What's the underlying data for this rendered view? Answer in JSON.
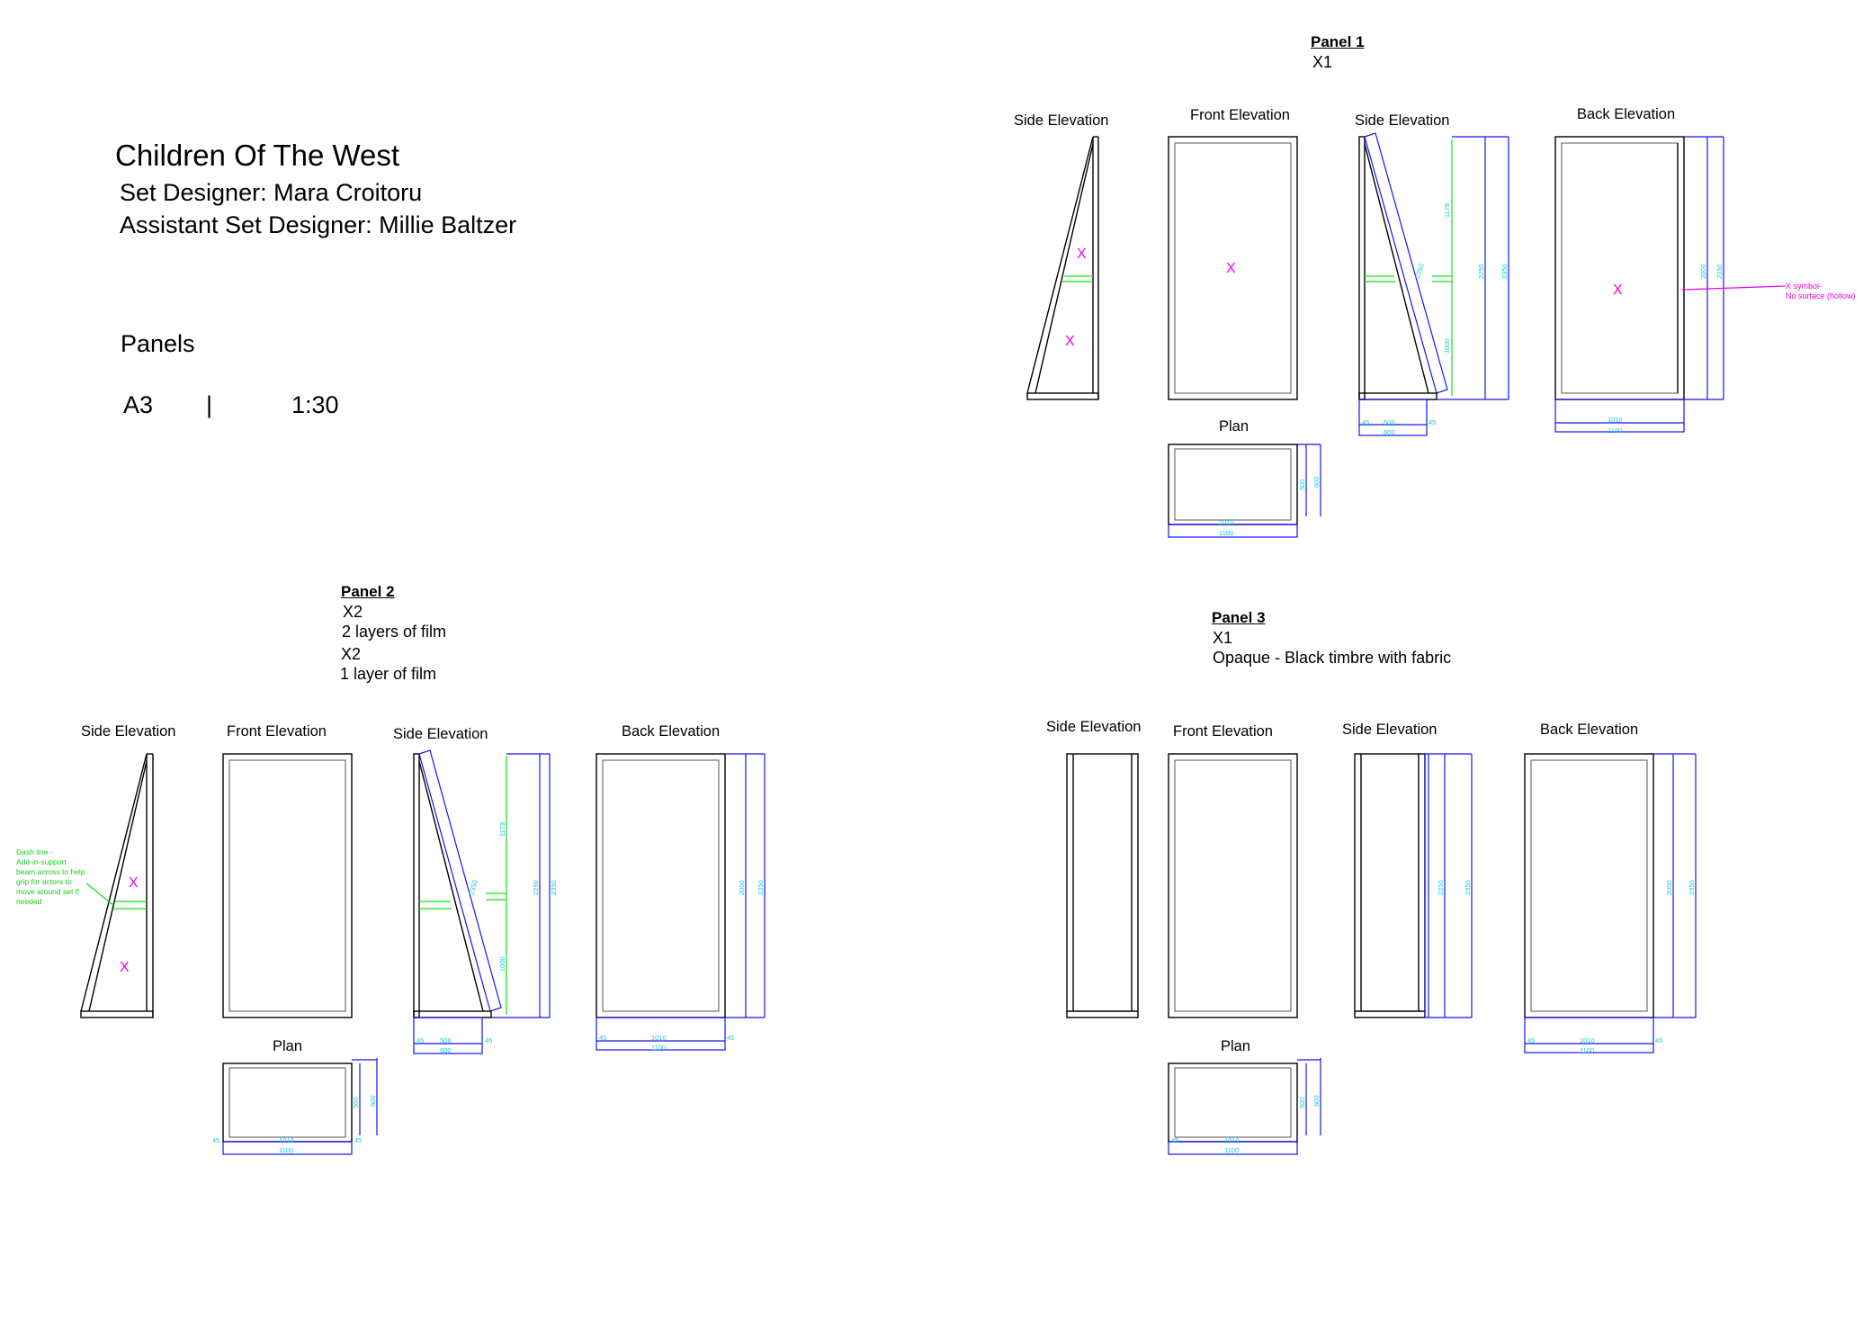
{
  "title_block": {
    "production": "Children Of The West",
    "set_designer": "Set Designer: Mara Croitoru",
    "assistant": "Assistant Set Designer: Millie Baltzer",
    "section": "Panels",
    "paper": "A3",
    "separator": "|",
    "scale": "1:30"
  },
  "panel1": {
    "heading": "Panel 1",
    "qty": "X1",
    "views": {
      "side_left": "Side  Elevation",
      "front": "Front  Elevation",
      "side_right": "Side  Elevation",
      "back": "Back Elevation",
      "plan": "Plan"
    },
    "annotation": [
      "X symbol-",
      "No surface (hollow)"
    ]
  },
  "panel2": {
    "heading": "Panel 2",
    "qty1": "X2",
    "film1": "2 layers of film",
    "qty2": "X2",
    "film2": "1 layer of film",
    "views": {
      "side_left": "Side  Elevation",
      "front": "Front  Elevation",
      "side_right": "Side  Elevation",
      "back": "Back Elevation",
      "plan": "Plan"
    },
    "dash_note": [
      "Dash line -",
      "Add-in-support",
      "beam across to help",
      "grip for actors to",
      "move around set if",
      "needed"
    ]
  },
  "panel3": {
    "heading": "Panel 3",
    "qty": "X1",
    "finish": "Opaque - Black timbre with fabric",
    "views": {
      "side_left": "Side  Elevation",
      "front": "Front  Elevation",
      "side_right": "Side  Elevation",
      "back": "Back Elevation",
      "plan": "Plan"
    }
  },
  "symbols": {
    "hollow_mark": "X"
  },
  "dims": {
    "d1010": "1010",
    "d1100": "1100",
    "d45": "45",
    "d506": "506",
    "d600": "600",
    "d2250": "2250",
    "d2350": "2350",
    "d1178": "1178",
    "d1000": "1000",
    "d500": "500",
    "d2000": "2000"
  },
  "colors": {
    "outline": "#000000",
    "dimension_line": "#1515ee",
    "dimension_text": "#15c8e0",
    "support_beam": "#16e016",
    "hollow_symbol": "#ee00ee"
  }
}
